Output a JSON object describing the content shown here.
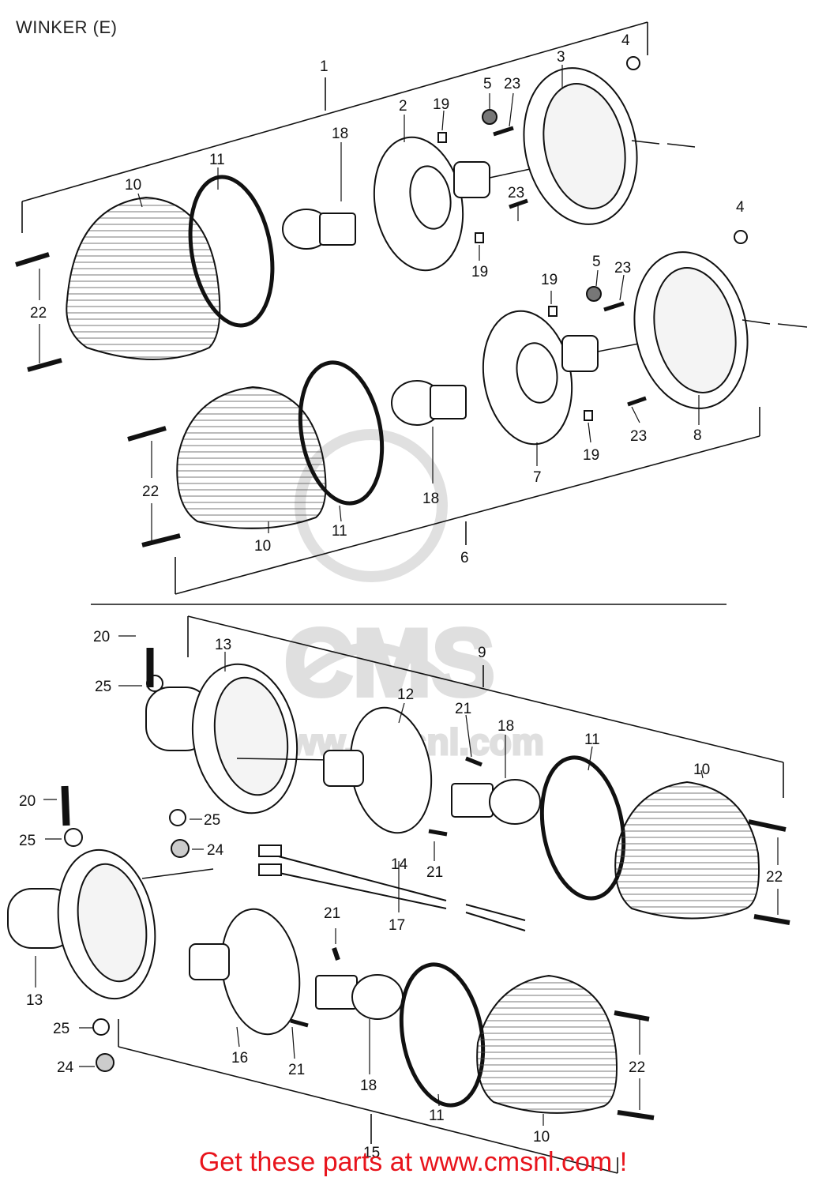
{
  "diagram": {
    "title": "WINKER (E)",
    "footer_text": "Get these parts at www.cmsnl.com !",
    "watermark": {
      "brand": "CMS",
      "url": "www.cmsnl.com"
    },
    "callouts": [
      {
        "id": "c1",
        "label": "1"
      },
      {
        "id": "c2",
        "label": "2"
      },
      {
        "id": "c3",
        "label": "3"
      },
      {
        "id": "c4a",
        "label": "4"
      },
      {
        "id": "c4b",
        "label": "4"
      },
      {
        "id": "c5a",
        "label": "5"
      },
      {
        "id": "c5b",
        "label": "5"
      },
      {
        "id": "c6",
        "label": "6"
      },
      {
        "id": "c7",
        "label": "7"
      },
      {
        "id": "c8",
        "label": "8"
      },
      {
        "id": "c9",
        "label": "9"
      },
      {
        "id": "c10a",
        "label": "10"
      },
      {
        "id": "c10b",
        "label": "10"
      },
      {
        "id": "c10c",
        "label": "10"
      },
      {
        "id": "c10d",
        "label": "10"
      },
      {
        "id": "c11a",
        "label": "11"
      },
      {
        "id": "c11b",
        "label": "11"
      },
      {
        "id": "c11c",
        "label": "11"
      },
      {
        "id": "c11d",
        "label": "11"
      },
      {
        "id": "c12",
        "label": "12"
      },
      {
        "id": "c13a",
        "label": "13"
      },
      {
        "id": "c13b",
        "label": "13"
      },
      {
        "id": "c14",
        "label": "14"
      },
      {
        "id": "c15",
        "label": "15"
      },
      {
        "id": "c16",
        "label": "16"
      },
      {
        "id": "c17",
        "label": "17"
      },
      {
        "id": "c18a",
        "label": "18"
      },
      {
        "id": "c18b",
        "label": "18"
      },
      {
        "id": "c18c",
        "label": "18"
      },
      {
        "id": "c18d",
        "label": "18"
      },
      {
        "id": "c19a",
        "label": "19"
      },
      {
        "id": "c19b",
        "label": "19"
      },
      {
        "id": "c19c",
        "label": "19"
      },
      {
        "id": "c19d",
        "label": "19"
      },
      {
        "id": "c20a",
        "label": "20"
      },
      {
        "id": "c20b",
        "label": "20"
      },
      {
        "id": "c21a",
        "label": "21"
      },
      {
        "id": "c21b",
        "label": "21"
      },
      {
        "id": "c21c",
        "label": "21"
      },
      {
        "id": "c21d",
        "label": "21"
      },
      {
        "id": "c22a",
        "label": "22"
      },
      {
        "id": "c22b",
        "label": "22"
      },
      {
        "id": "c22c",
        "label": "22"
      },
      {
        "id": "c22d",
        "label": "22"
      },
      {
        "id": "c23a",
        "label": "23"
      },
      {
        "id": "c23b",
        "label": "23"
      },
      {
        "id": "c23c",
        "label": "23"
      },
      {
        "id": "c23d",
        "label": "23"
      },
      {
        "id": "c24a",
        "label": "24"
      },
      {
        "id": "c24b",
        "label": "24"
      },
      {
        "id": "c25a",
        "label": "25"
      },
      {
        "id": "c25b",
        "label": "25"
      },
      {
        "id": "c25c",
        "label": "25"
      },
      {
        "id": "c25d",
        "label": "25"
      }
    ]
  }
}
